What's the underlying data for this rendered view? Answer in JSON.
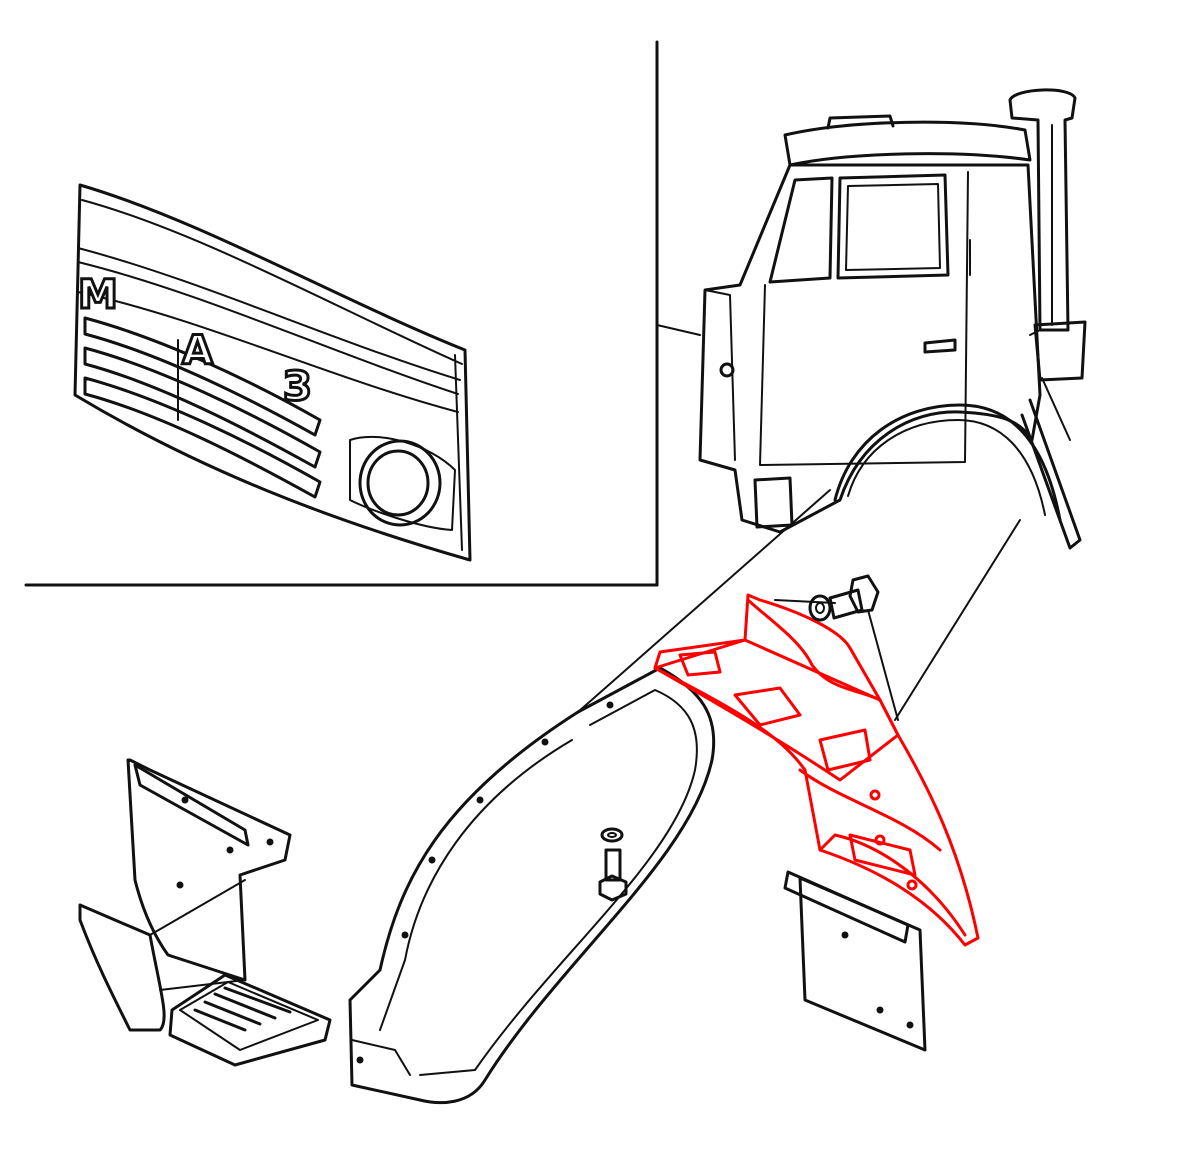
{
  "grille": {
    "logo_letters": [
      "М",
      "А",
      "З"
    ]
  },
  "colors": {
    "line": "#111111",
    "highlight": "#ff0000",
    "background": "#ffffff"
  },
  "parts": {
    "highlighted": "inner-fender-panel"
  }
}
